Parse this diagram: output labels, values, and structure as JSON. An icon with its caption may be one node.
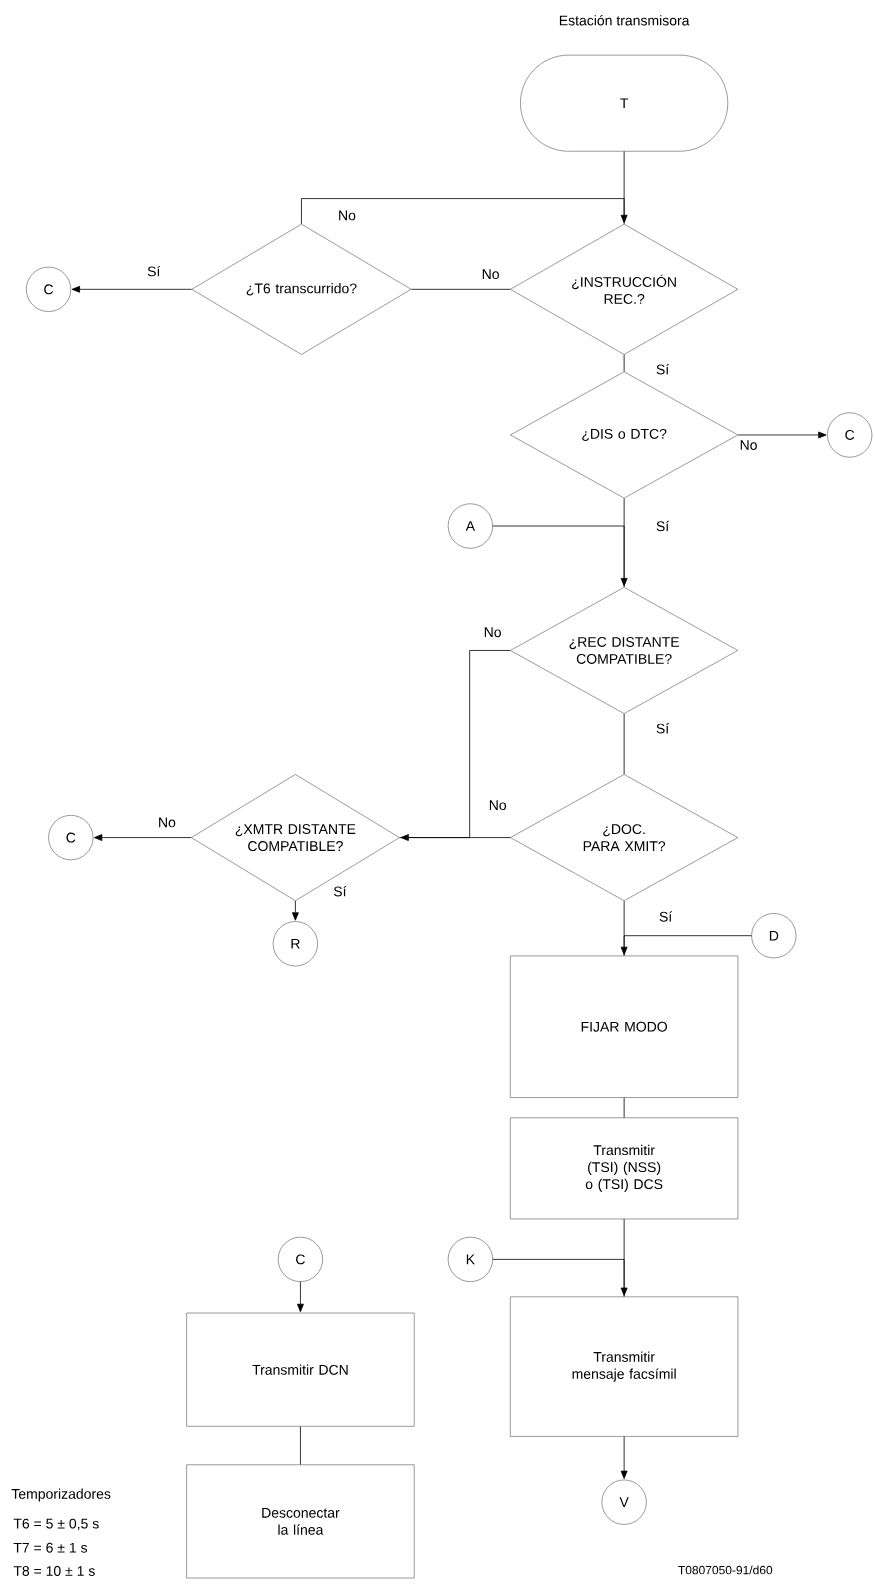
{
  "diagram": {
    "title": "Estación transmisora",
    "nodes": [
      {
        "text": [
          "T"
        ]
      },
      {
        "text": [
          "¿T6 transcurrido?"
        ]
      },
      {
        "text": [
          "¿INSTRUCCIÓN REC.?"
        ]
      },
      {
        "text": [
          "C"
        ]
      },
      {
        "text": [
          "¿DIS o DTC?"
        ]
      },
      {
        "text": [
          "C"
        ]
      },
      {
        "text": [
          "A"
        ]
      },
      {
        "text": [
          "¿REC DISTANTE COMPATIBLE?"
        ]
      },
      {
        "text": [
          "¿XMTR DISTANTE COMPATIBLE?"
        ]
      },
      {
        "text": [
          "¿DOC. PARA XMIT?"
        ]
      },
      {
        "text": [
          "C"
        ]
      },
      {
        "text": [
          "R"
        ]
      },
      {
        "text": [
          "D"
        ]
      },
      {
        "text": [
          "FIJAR MODO"
        ]
      },
      {
        "text": [
          "Transmitir (TSI) (NSS) o (TSI) DCS"
        ]
      },
      {
        "text": [
          "K"
        ]
      },
      {
        "text": [
          "Transmitir mensaje facsímil"
        ]
      },
      {
        "text": [
          "V"
        ]
      },
      {
        "text": [
          "C"
        ]
      },
      {
        "text": [
          "Transmitir DCN"
        ]
      },
      {
        "text": [
          "Desconectar la línea"
        ]
      }
    ],
    "edges": [
      {
        "from": 0,
        "to": 2,
        "arrow": "none"
      },
      {
        "from": 1,
        "to": 2,
        "arrow": "to",
        "label": "No"
      },
      {
        "from": 2,
        "to": 1,
        "arrow": "none",
        "label": "No"
      },
      {
        "from": 1,
        "to": 3,
        "arrow": "to",
        "label": "Sí"
      },
      {
        "from": 2,
        "to": 4,
        "arrow": "none",
        "label": "Sí"
      },
      {
        "from": 4,
        "to": 5,
        "arrow": "to",
        "label": "No"
      },
      {
        "from": 4,
        "to": 7,
        "arrow": "none",
        "label": "Sí"
      },
      {
        "from": 6,
        "to": 7,
        "arrow": "to"
      },
      {
        "from": 7,
        "to": 9,
        "arrow": "none",
        "label": "Sí"
      },
      {
        "from": 7,
        "to": 8,
        "arrow": "to",
        "label": "No"
      },
      {
        "from": 9,
        "to": 8,
        "arrow": "none",
        "label": "No"
      },
      {
        "from": 8,
        "to": 10,
        "arrow": "to",
        "label": "No"
      },
      {
        "from": 8,
        "to": 11,
        "arrow": "to",
        "label": "Sí"
      },
      {
        "from": 9,
        "to": 13,
        "arrow": "none",
        "label": "Sí"
      },
      {
        "from": 12,
        "to": 13,
        "arrow": "to"
      },
      {
        "from": 13,
        "to": 14,
        "arrow": "none"
      },
      {
        "from": 14,
        "to": 16,
        "arrow": "none"
      },
      {
        "from": 15,
        "to": 16,
        "arrow": "to"
      },
      {
        "from": 16,
        "to": 17,
        "arrow": "to"
      },
      {
        "from": 18,
        "to": 19,
        "arrow": "to"
      },
      {
        "from": 19,
        "to": 20,
        "arrow": "none"
      }
    ],
    "labels": [
      "Temporizadores",
      "T6 = 5 ± 0,5 s",
      "T7 = 6 ± 1 s",
      "T8 = 10 ± 1 s",
      "T0807050-91/d60"
    ]
  }
}
